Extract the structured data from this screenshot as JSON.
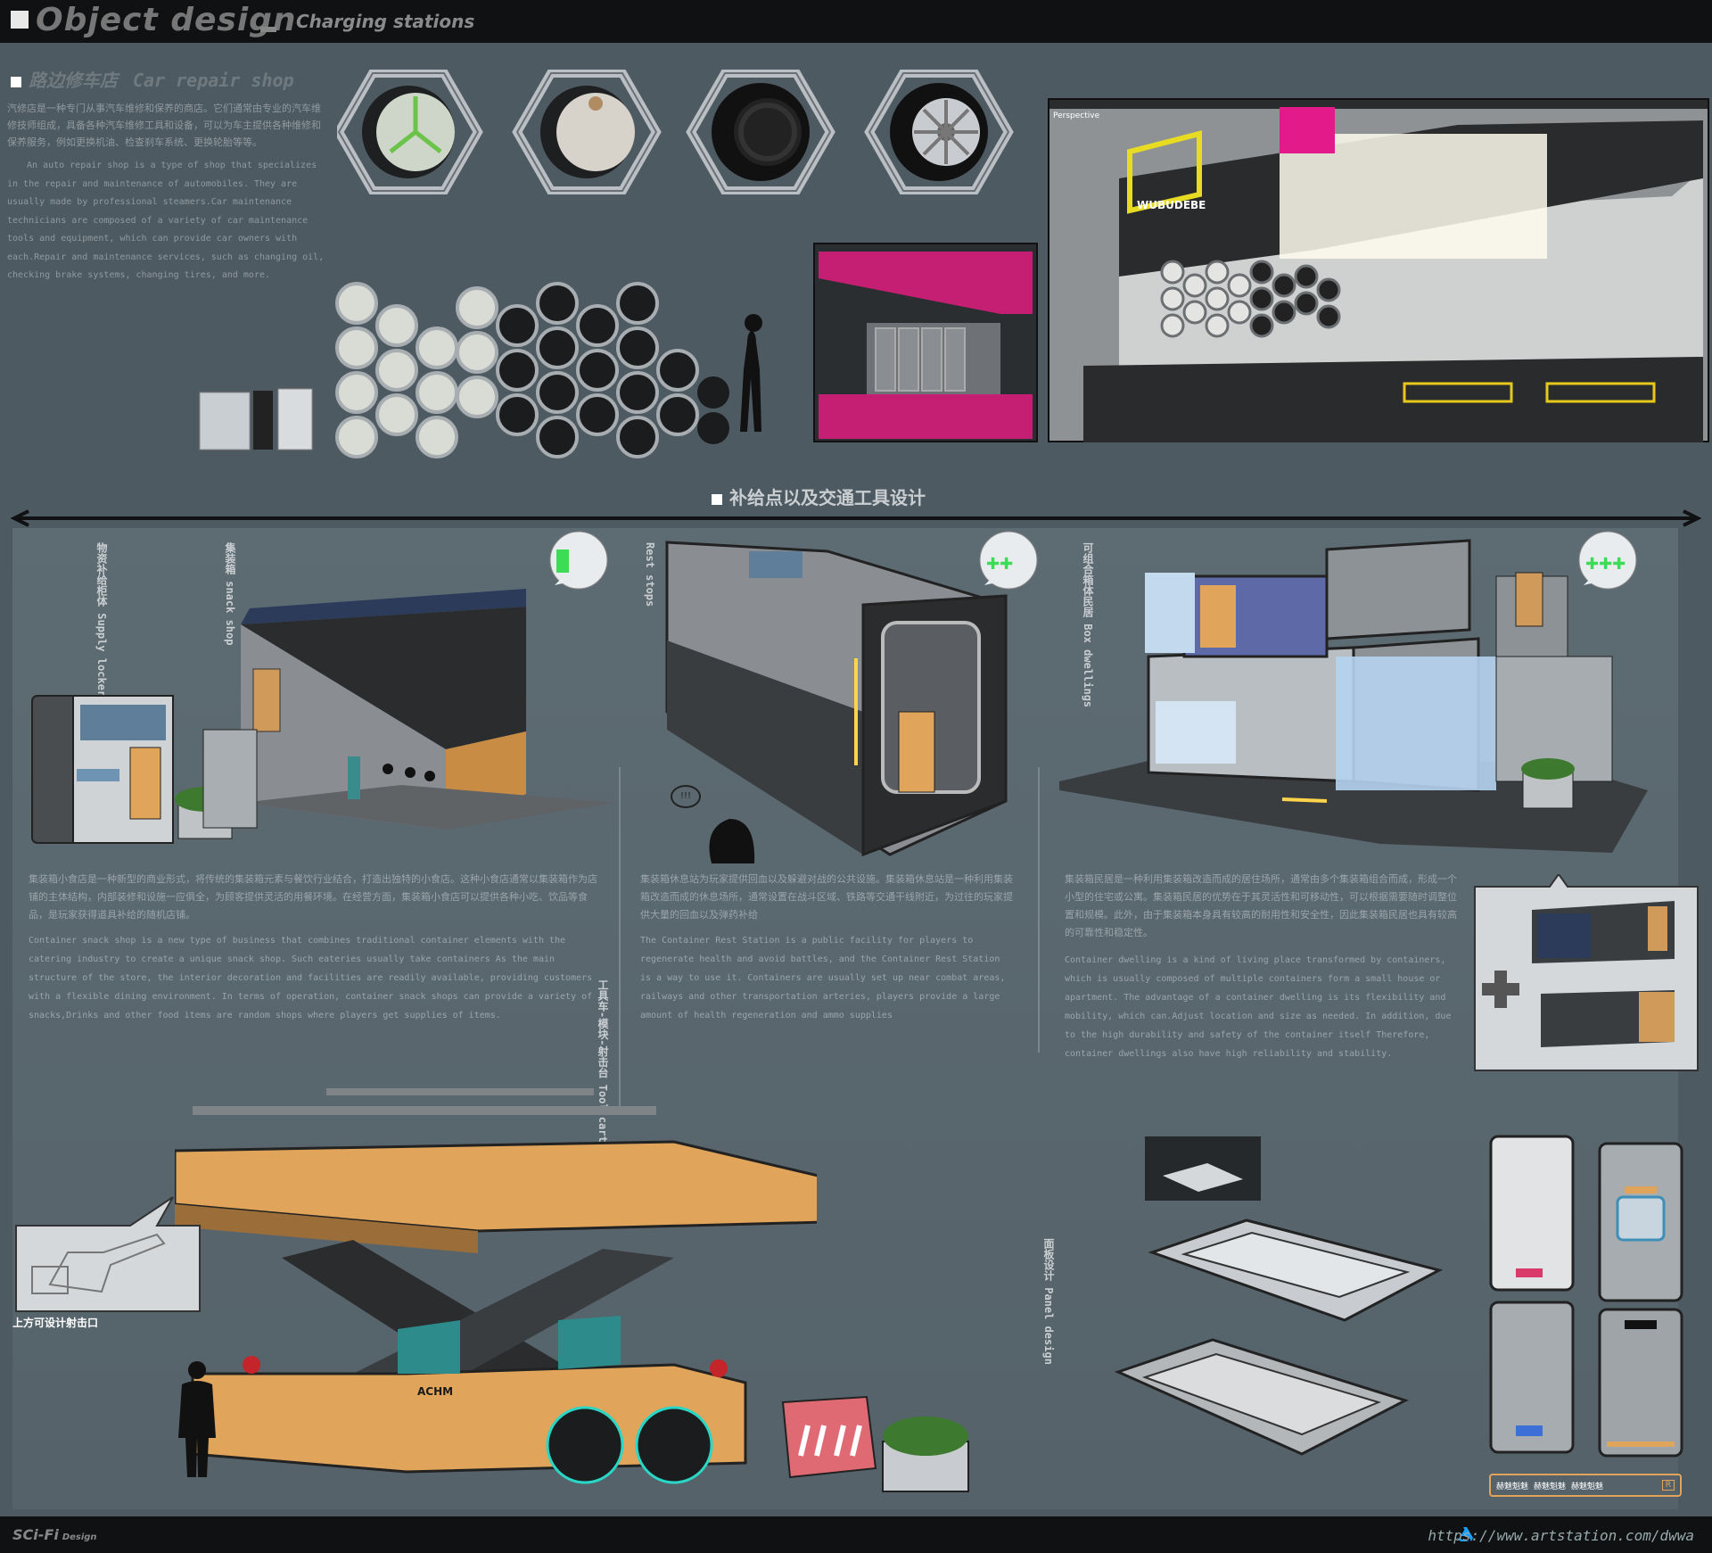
{
  "header": {
    "title": "Object design",
    "subtitle": "Charging stations"
  },
  "repair_shop": {
    "title_cn": "路边修车店",
    "title_en": "Car  repair  shop",
    "desc_cn": "汽修店是一种专门从事汽车维修和保养的商店。它们通常由专业的汽车维修技师组成，具备各种汽车维修工具和设备，可以为车主提供各种维修和保养服务，例如更换机油、检查刹车系统、更换轮胎等等。",
    "desc_en": "An auto repair shop is a type of shop that specializes in the repair and maintenance of automobiles. They are usually made by professional steamers.Car maintenance technicians are composed of a variety of car maintenance tools and equipment, which can provide car owners with each.Repair and maintenance services, such as changing oil, checking brake systems, changing tires, and more.",
    "render_brand": "WUBUDEBE",
    "render_tab": "Perspective"
  },
  "section2": {
    "title": "补给点以及交通工具设计"
  },
  "labels": {
    "supply_cn": "物资补给柜体",
    "supply_en": "Supply lockers",
    "snack_cn": "集装箱",
    "snack_en": "snack shop",
    "rest_en": "Rest stops",
    "box_cn": "可组合箱体民居",
    "box_en": "Box dwellings",
    "tool_cn": "工具车-模块-射击台",
    "tool_en": "Tool carts",
    "panel_cn": "面板设计",
    "panel_en": "Panel design",
    "launcher_note": "上方可设计射击口",
    "cat_speech": "!!!"
  },
  "snack_text": {
    "cn": "集装箱小食店是一种新型的商业形式，将传统的集装箱元素与餐饮行业结合，打造出独特的小食店。这种小食店通常以集装箱作为店铺的主体结构，内部装修和设施一应俱全，为顾客提供灵活的用餐环境。在经营方面，集装箱小食店可以提供各种小吃、饮品等食品，是玩家获得道具补给的随机店铺。",
    "en": "Container snack shop is a new type of business that combines traditional container elements with the catering industry to create a unique snack shop. Such eateries usually take containers  As the main structure of the store, the interior decoration and facilities are readily available, providing customers with a flexible dining environment. In terms of operation, container snack shops can provide a variety of snacks,Drinks and other food items are random shops where players get supplies of items."
  },
  "rest_text": {
    "cn": "集装箱休息站为玩家提供回血以及躲避对战的公共设施。集装箱休息站是一种利用集装箱改造而成的休息场所，通常设置在战斗区域、铁路等交通干线附近，为过往的玩家提供大量的回血以及弹药补给",
    "en": "The Container Rest Station is a public facility for players to regenerate health and avoid battles, and the Container Rest Station is a way to use it. Containers are usually set up near combat areas, railways and other transportation arteries, players provide a large amount of health regeneration and ammo supplies"
  },
  "dwelling_text": {
    "cn": "集装箱民居是一种利用集装箱改造而成的居住场所，通常由多个集装箱组合而成，形成一个小型的住宅或公寓。集装箱民居的优势在于其灵活性和可移动性，可以根据需要随时调整位置和规模。此外，由于集装箱本身具有较高的耐用性和安全性，因此集装箱民居也具有较高的可靠性和稳定性。",
    "en": "Container dwelling is a kind of living place transformed by containers, which is usually composed of multiple containers form a small house or apartment. The advantage of a container dwelling is its flexibility and mobility, which can.Adjust location and size as needed. In addition, due to the high durability and safety of the container itself Therefore, container dwellings also have  high reliability and stability."
  },
  "vehicle": {
    "brand": "ACHM"
  },
  "panel_tags": [
    "赫魅魁魅",
    "赫魅魁魅",
    "赫魅魁魅",
    "R"
  ],
  "footer": {
    "brand": "SCi-Fi",
    "brand_sub": "Design",
    "url": "https://www.artstation.com/dwwa"
  },
  "colors": {
    "background": "#4e5a62",
    "bar": "#0f1112",
    "accent_orange": "#e0a45a",
    "accent_pink": "#d6146e",
    "accent_yellow": "#e4d62a",
    "badge_green": "#3ddc56"
  }
}
